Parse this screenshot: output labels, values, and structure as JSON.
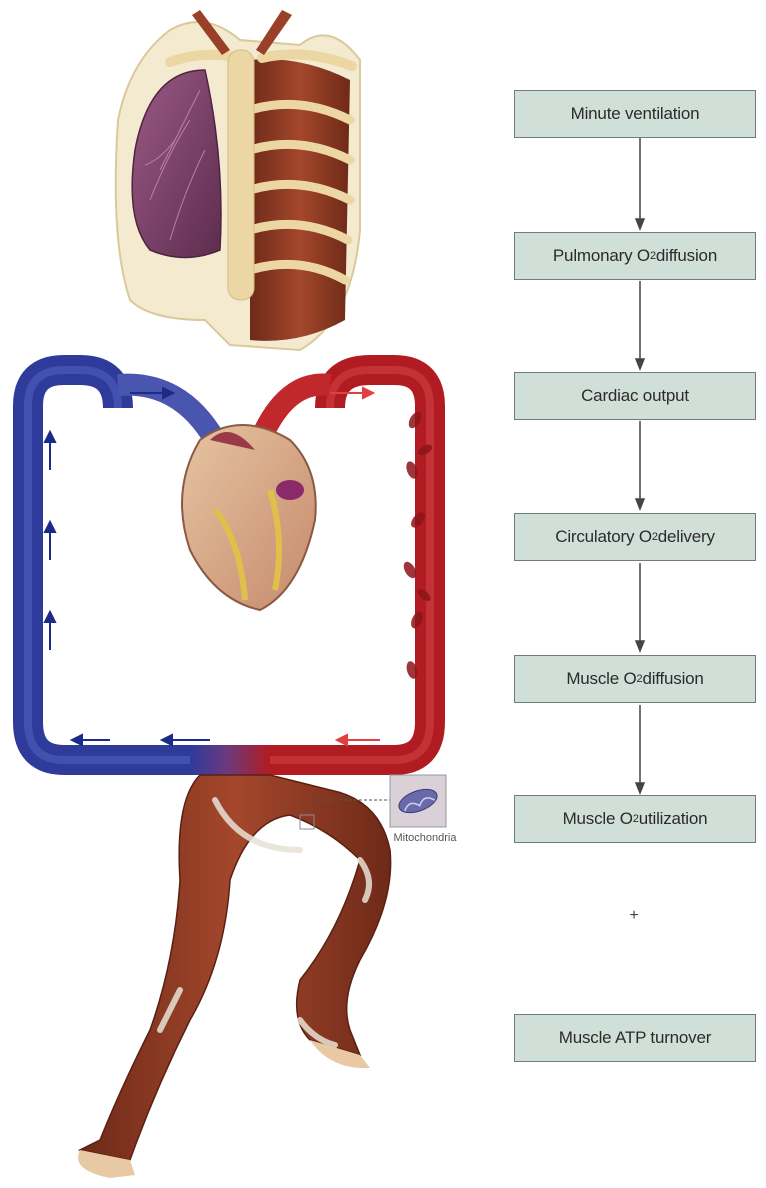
{
  "steps": [
    {
      "pre": "Minute ventilation",
      "sub": "",
      "post": ""
    },
    {
      "pre": "Pulmonary O",
      "sub": "2",
      "post": " diffusion"
    },
    {
      "pre": "Cardiac output",
      "sub": "",
      "post": ""
    },
    {
      "pre": "Circulatory O",
      "sub": "2",
      "post": " delivery"
    },
    {
      "pre": "Muscle O",
      "sub": "2",
      "post": " diffusion"
    },
    {
      "pre": "Muscle O",
      "sub": "2",
      "post": " utilization"
    }
  ],
  "plus_sign": "+",
  "final_step": "Muscle ATP turnover",
  "mitochondria_label": "Mitochondria",
  "colors": {
    "box_fill": "#d1dfd9",
    "box_border": "#6f7d78",
    "venous_blue": "#2e3b9a",
    "arterial_red": "#b11c22",
    "muscle": "#8a3a24",
    "lung": "#7a3e64",
    "bone": "#ecd7a4"
  }
}
